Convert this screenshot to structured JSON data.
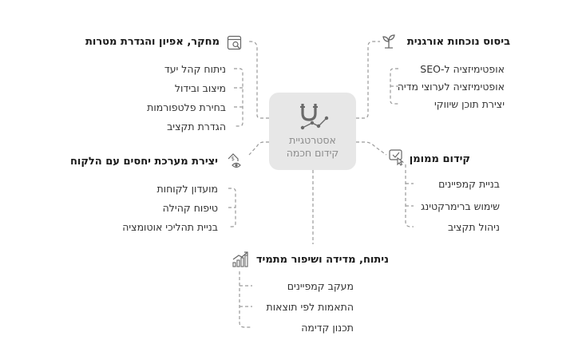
{
  "center": {
    "line1": "אסטרטגיית",
    "line2": "קידום חכמה",
    "icon": "magnet-icon"
  },
  "branches": {
    "research": {
      "title": "מחקר, אפיון והגדרת מטרות",
      "icon": "browser-search-icon",
      "items": [
        "ניתוח קהל יעד",
        "מיצוב ובידול",
        "בחירת פלטפורמות",
        "הגדרת תקציב"
      ]
    },
    "organic": {
      "title": "ביסוס נוכחות אורגנית",
      "icon": "sprout-icon",
      "items": [
        "אופטימיזציה ל-SEO",
        "אופטימיזציה לערוצי מדיה",
        "יצירת תוכן שיווקי"
      ]
    },
    "relations": {
      "title": "יצירת מערכת יחסים עם הלקוח",
      "icon": "money-eye-icon",
      "items": [
        "מועדון לקוחות",
        "טיפוח קהילה",
        "בניית תהליכי אוטומציה"
      ]
    },
    "paid": {
      "title": "קידום ממומן",
      "icon": "click-cursor-icon",
      "items": [
        "בניית קמפיינים",
        "שימוש ברימרקטינג",
        "ניהול תקציב"
      ]
    },
    "analysis": {
      "title": "ניתוח, מדידה ושיפור מתמיד",
      "icon": "growth-chart-icon",
      "items": [
        "מעקב קמפיינים",
        "התאמות לפי תוצאות",
        "תכנון קדימה"
      ]
    }
  }
}
